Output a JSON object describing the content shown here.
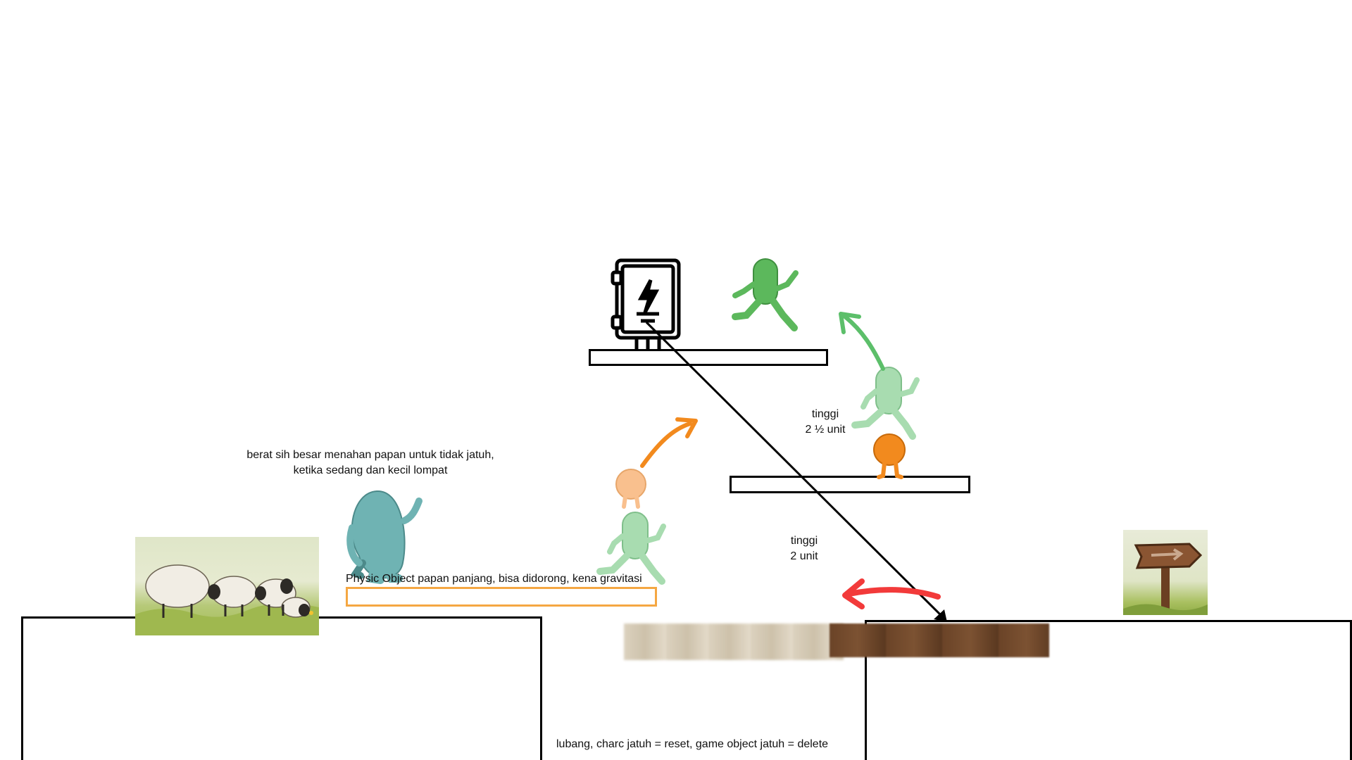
{
  "annotations": {
    "weight_note_line1": "berat sih besar menahan papan untuk tidak jatuh,",
    "weight_note_line2": "ketika sedang dan kecil lompat",
    "physics_board": "Physic Object papan panjang, bisa didorong, kena gravitasi",
    "height_upper_line1": "tinggi",
    "height_upper_line2": "2 ½ unit",
    "height_lower_line1": "tinggi",
    "height_lower_line2": "2 unit",
    "hole_rule": "lubang, charc jatuh = reset, game object jatuh = delete"
  },
  "icons": {
    "power_box": "electric-panel-icon",
    "sheep_scene": "sheep-herd-image",
    "signpost": "wooden-signpost-image",
    "wood_plank": "wooden-plank-image"
  },
  "colors": {
    "big_character": "#6fb3b3",
    "medium_character": "#5cb85c",
    "medium_character_faded": "#a8dcb0",
    "small_character": "#f28a1e",
    "small_character_faded": "#f9c08e",
    "arrow_green": "#5cbf6a",
    "arrow_orange": "#f28a1e",
    "arrow_red": "#f23a3a",
    "board_outline": "#f5a742"
  }
}
